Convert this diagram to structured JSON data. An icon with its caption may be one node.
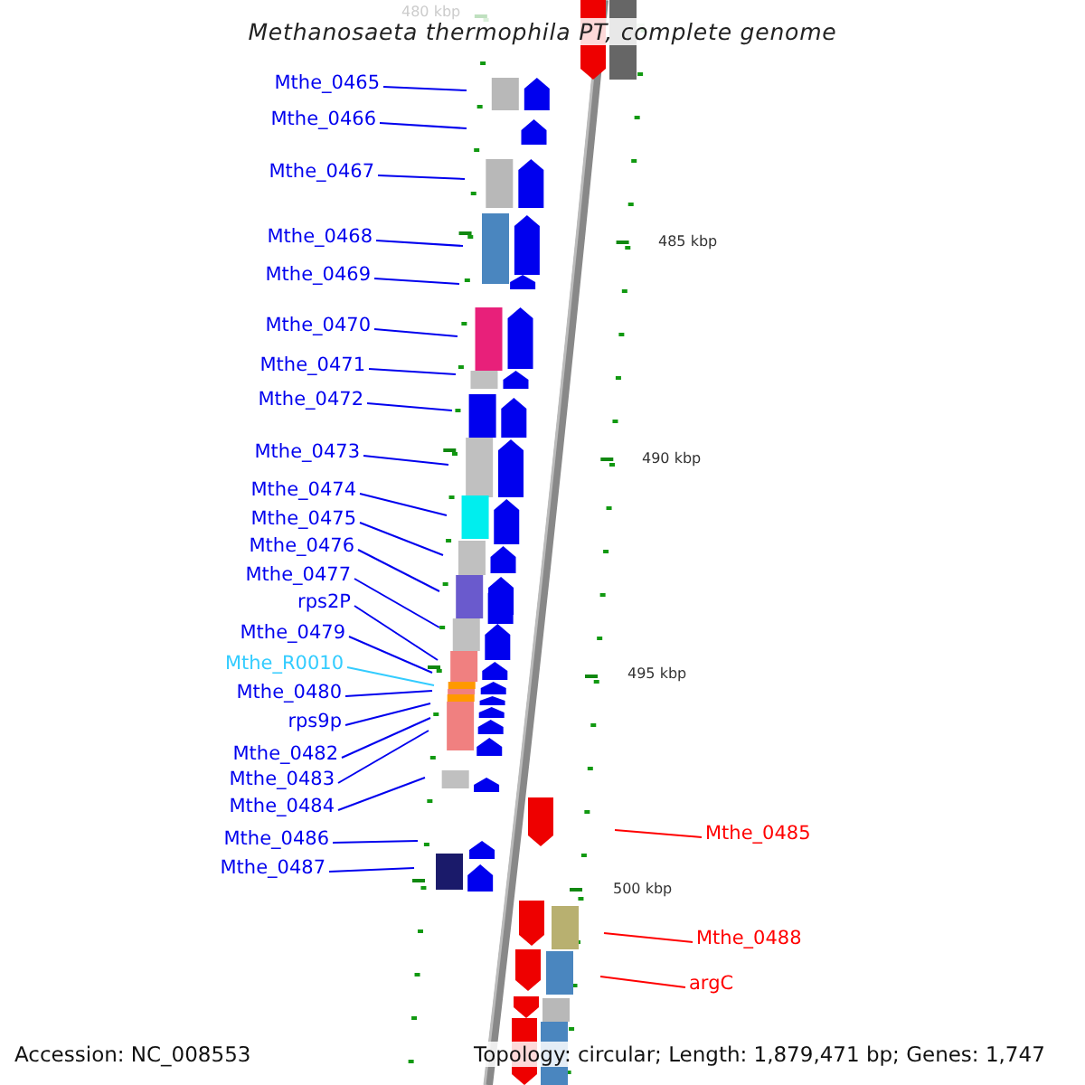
{
  "diagram": {
    "title": "Methanosaeta thermophila PT, complete genome",
    "nodes": [
      {
        "text": [
          "Mthe_0465"
        ]
      },
      {
        "text": [
          "Mthe_0466"
        ]
      },
      {
        "text": [
          "Mthe_0467"
        ]
      },
      {
        "text": [
          "Mthe_0468"
        ]
      },
      {
        "text": [
          "Mthe_0469"
        ]
      },
      {
        "text": [
          "Mthe_0470"
        ]
      },
      {
        "text": [
          "Mthe_0471"
        ]
      },
      {
        "text": [
          "Mthe_0472"
        ]
      },
      {
        "text": [
          "Mthe_0473"
        ]
      },
      {
        "text": [
          "Mthe_0474"
        ]
      },
      {
        "text": [
          "Mthe_0475"
        ]
      },
      {
        "text": [
          "Mthe_0476"
        ]
      },
      {
        "text": [
          "Mthe_0477"
        ]
      },
      {
        "text": [
          "rps2P"
        ]
      },
      {
        "text": [
          "Mthe_0479"
        ]
      },
      {
        "text": [
          "Mthe_R0010"
        ]
      },
      {
        "text": [
          "Mthe_0480"
        ]
      },
      {
        "text": [
          "rps9p"
        ]
      },
      {
        "text": [
          "Mthe_0482"
        ]
      },
      {
        "text": [
          "Mthe_0483"
        ]
      },
      {
        "text": [
          "Mthe_0484"
        ]
      },
      {
        "text": [
          "Mthe_0486"
        ]
      },
      {
        "text": [
          "Mthe_0487"
        ]
      },
      {
        "text": [
          "Mthe_0485"
        ]
      },
      {
        "text": [
          "Mthe_0488"
        ]
      },
      {
        "text": [
          "argC"
        ]
      }
    ],
    "edges": [
      {
        "from": 0,
        "to": null,
        "arrow": "none"
      },
      {
        "from": 1,
        "to": null,
        "arrow": "none"
      },
      {
        "from": 2,
        "to": null,
        "arrow": "none"
      },
      {
        "from": 3,
        "to": null,
        "arrow": "none"
      },
      {
        "from": 4,
        "to": null,
        "arrow": "none"
      },
      {
        "from": 5,
        "to": null,
        "arrow": "none"
      },
      {
        "from": 6,
        "to": null,
        "arrow": "none"
      },
      {
        "from": 7,
        "to": null,
        "arrow": "none"
      },
      {
        "from": 8,
        "to": null,
        "arrow": "none"
      },
      {
        "from": 9,
        "to": null,
        "arrow": "none"
      },
      {
        "from": 10,
        "to": null,
        "arrow": "none"
      },
      {
        "from": 11,
        "to": null,
        "arrow": "none"
      },
      {
        "from": 12,
        "to": null,
        "arrow": "none"
      },
      {
        "from": 13,
        "to": null,
        "arrow": "none"
      },
      {
        "from": 14,
        "to": null,
        "arrow": "none"
      },
      {
        "from": 15,
        "to": null,
        "arrow": "none",
        "color": "#33ccff"
      },
      {
        "from": 16,
        "to": null,
        "arrow": "none"
      },
      {
        "from": 17,
        "to": null,
        "arrow": "none"
      },
      {
        "from": 18,
        "to": null,
        "arrow": "none"
      },
      {
        "from": 19,
        "to": null,
        "arrow": "none"
      },
      {
        "from": 20,
        "to": null,
        "arrow": "none"
      },
      {
        "from": 21,
        "to": null,
        "arrow": "none"
      },
      {
        "from": 22,
        "to": null,
        "arrow": "none"
      },
      {
        "from": 23,
        "to": null,
        "arrow": "none",
        "color": "#ff0000"
      },
      {
        "from": 24,
        "to": null,
        "arrow": "none",
        "color": "#ff0000"
      },
      {
        "from": 25,
        "to": null,
        "arrow": "none",
        "color": "#ff0000"
      }
    ],
    "labels": [
      "480 kbp",
      "485 kbp",
      "490 kbp",
      "495 kbp",
      "500 kbp",
      "Accession: NC_008553",
      "Topology: circular; Length: 1,879,471 bp; Genes: 1,747"
    ]
  }
}
